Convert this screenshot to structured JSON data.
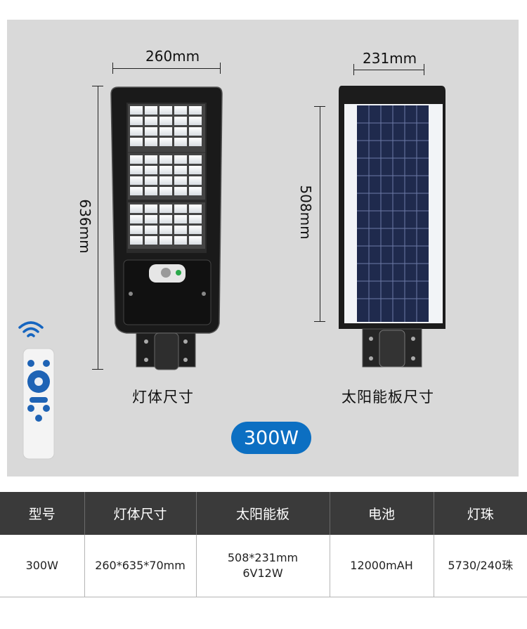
{
  "lamp": {
    "width_label": "260mm",
    "height_label": "636mm",
    "caption": "灯体尺寸"
  },
  "panel": {
    "width_label": "231mm",
    "height_label": "508mm",
    "caption": "太阳能板尺寸"
  },
  "power_badge": "300W",
  "icons": [
    "wifi-signal-icon",
    "remote-control-icon",
    "motion-sensor-icon"
  ],
  "colors": {
    "accent": "#0c6fc2",
    "table_header": "#3a3a3a",
    "panel_bg": "#d9d9d9"
  },
  "table": {
    "headers": [
      "型号",
      "灯体尺寸",
      "太阳能板",
      "电池",
      "灯珠"
    ],
    "row": {
      "model": "300W",
      "body_size": "260*635*70mm",
      "panel_size": "508*231mm",
      "panel_spec": "6V12W",
      "battery": "12000mAH",
      "led": "5730/240珠"
    }
  }
}
